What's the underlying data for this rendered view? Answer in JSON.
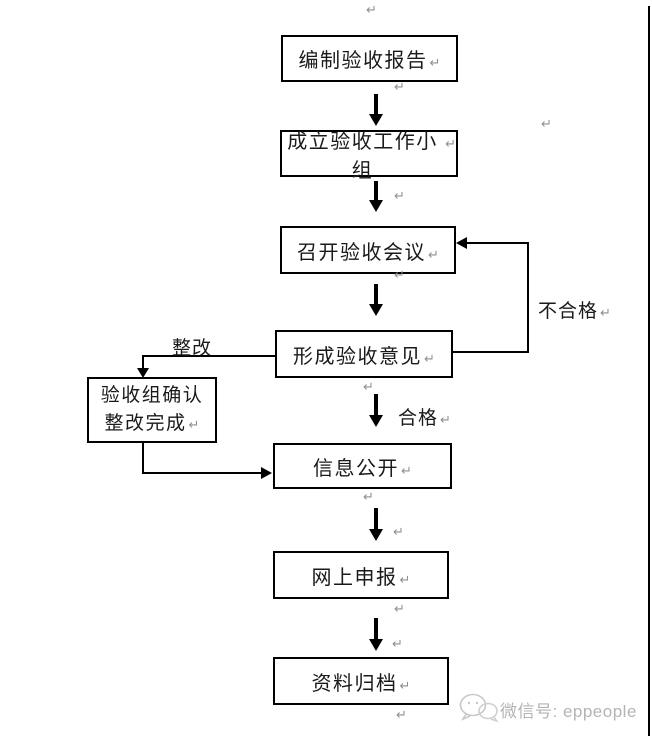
{
  "flowchart": {
    "nodes": [
      {
        "id": "compile-report",
        "label": "编制验收报告"
      },
      {
        "id": "setup-working-group",
        "label": "成立验收工作小组"
      },
      {
        "id": "hold-meeting",
        "label": "召开验收会议"
      },
      {
        "id": "form-opinion",
        "label": "形成验收意见"
      },
      {
        "id": "confirm-rectification",
        "line1": "验收组确认",
        "line2": "整改完成"
      },
      {
        "id": "info-disclosure",
        "label": "信息公开"
      },
      {
        "id": "online-declaration",
        "label": "网上申报"
      },
      {
        "id": "archive-materials",
        "label": "资料归档"
      }
    ],
    "edge_labels": {
      "rectify": "整改",
      "qualified": "合格",
      "unqualified": "不合格"
    },
    "return_mark": "↵"
  },
  "watermark": {
    "icon": "wechat-icon",
    "text": "微信号: eppeople"
  },
  "colors": {
    "line": "#000000",
    "text": "#1a1a1a",
    "format_mark": "#909090",
    "watermark": "#b4b4b4"
  }
}
